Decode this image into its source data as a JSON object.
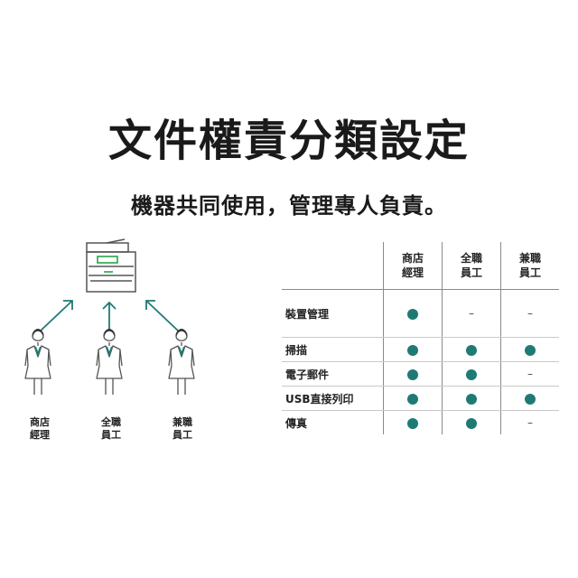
{
  "header": {
    "title": "文件權責分類設定",
    "subtitle": "機器共同使用，管理專人負責。"
  },
  "colors": {
    "accent": "#1f7a74",
    "display": "#2aa34a",
    "line": "#555555"
  },
  "icons": {
    "printer": "printer-icon",
    "person": "person-icon",
    "arrow": "arrow-icon"
  },
  "diagram": {
    "people": [
      {
        "label": "商店\n經理"
      },
      {
        "label": "全職\n員工"
      },
      {
        "label": "兼職\n員工"
      }
    ]
  },
  "table": {
    "columns": [
      "商店\n經理",
      "全職\n員工",
      "兼職\n員工"
    ],
    "rows": [
      {
        "label": "裝置管理",
        "cells": [
          "dot",
          "dash",
          "dash"
        ]
      },
      {
        "label": "掃描",
        "cells": [
          "dot",
          "dot",
          "dot"
        ]
      },
      {
        "label": "電子郵件",
        "cells": [
          "dot",
          "dot",
          "dash"
        ]
      },
      {
        "label": "USB直接列印",
        "cells": [
          "dot",
          "dot",
          "dot"
        ]
      },
      {
        "label": "傳真",
        "cells": [
          "dot",
          "dot",
          "dash"
        ]
      }
    ],
    "dash_symbol": "–"
  }
}
